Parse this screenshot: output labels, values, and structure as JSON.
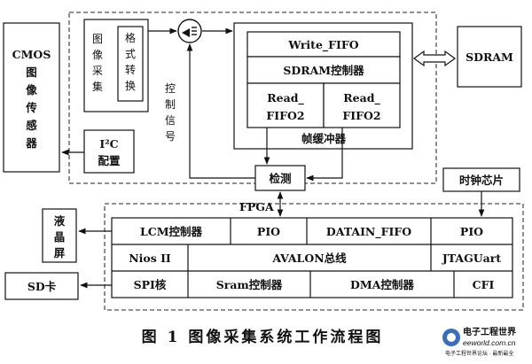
{
  "blocks": {
    "cmos": [
      "CMOS",
      "图",
      "像",
      "传",
      "感",
      "器"
    ],
    "capture": [
      "图",
      "像",
      "采",
      "集"
    ],
    "convert": [
      "格",
      "式",
      "转",
      "换"
    ],
    "i2c": [
      "I²C",
      "配置"
    ],
    "ctrl_signal": [
      "控",
      "制",
      "信",
      "号"
    ],
    "write_fifo": "Write_FIFO",
    "sdram_ctrl": "SDRAM控制器",
    "read_fifo_a": [
      "Read_",
      "FIFO2"
    ],
    "read_fifo_b": [
      "Read_",
      "FIFO2"
    ],
    "frame_buffer": "帧缓冲器",
    "sdram": "SDRAM",
    "detect": "检测",
    "fpga": "FPGA",
    "clock_chip": "时钟芯片",
    "lcd": [
      "液",
      "晶",
      "屏"
    ],
    "sd_card": "SD卡",
    "lcm_ctrl": "LCM控制器",
    "pio_1": "PIO",
    "datain_fifo": "DATAIN_FIFO",
    "pio_2": "PIO",
    "nios": "Nios II",
    "avalon": "AVALON总线",
    "jtag": "JTAGUart",
    "spi": "SPI核",
    "sram_ctrl": "Sram控制器",
    "dma_ctrl": "DMA控制器",
    "cfi": "CFI"
  },
  "caption": "图 1    图像采集系统工作流程图",
  "watermark": {
    "logo_text": "电子工程世界",
    "url": "eeworld.com.cn",
    "tagline": "电子工程世界论坛 · 最新最全"
  }
}
